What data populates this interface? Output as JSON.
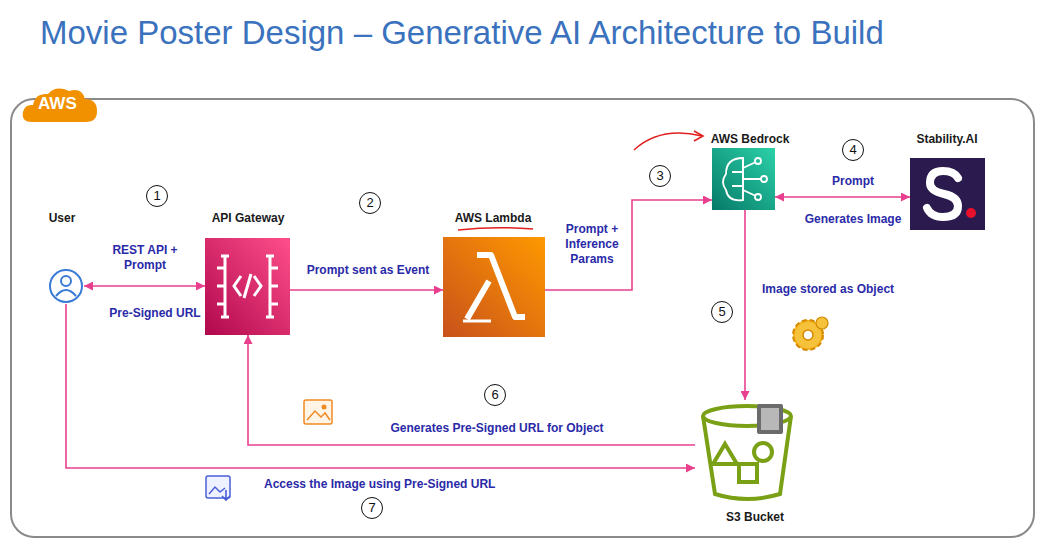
{
  "diagram": {
    "title": "Movie Poster Design – Generative AI Architecture to Build",
    "nodes": [
      {
        "text": [
          "AWS"
        ]
      },
      {
        "text": [
          "User"
        ],
        "in": 0
      },
      {
        "text": [
          "API Gateway"
        ],
        "in": 0
      },
      {
        "text": [
          "AWS Lambda"
        ],
        "in": 0
      },
      {
        "text": [
          "AWS Bedrock"
        ],
        "in": 0
      },
      {
        "text": [
          "Stability.AI"
        ],
        "in": 0
      },
      {
        "text": [
          "S3 Bucket"
        ],
        "in": 0
      }
    ],
    "edges": [
      {
        "from": 1,
        "to": 2,
        "arrow": "both",
        "label": "REST API + Prompt"
      },
      {
        "from": 2,
        "to": 3,
        "arrow": "to",
        "label": "Prompt sent as Event"
      },
      {
        "from": 3,
        "to": 4,
        "arrow": "to",
        "label": "Prompt + Inference Params"
      },
      {
        "from": 4,
        "to": 5,
        "arrow": "both",
        "label": "Prompt"
      },
      {
        "from": 4,
        "to": 6,
        "arrow": "to",
        "label": "Image stored as Object"
      },
      {
        "from": 6,
        "to": 2,
        "arrow": "to",
        "label": "Generates Pre-Signed URL for Object"
      },
      {
        "from": 1,
        "to": 6,
        "arrow": "to",
        "label": "Access the Image using Pre-Signed URL"
      }
    ],
    "labels": [
      "1",
      "2",
      "3",
      "4",
      "5",
      "6",
      "7",
      "Pre-Signed URL",
      "Generates Image"
    ]
  }
}
